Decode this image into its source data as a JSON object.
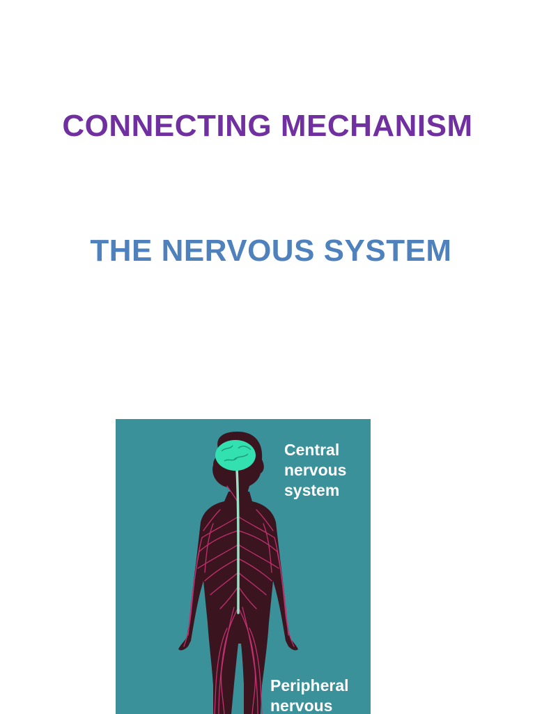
{
  "slide": {
    "title": "CONNECTING MECHANISM",
    "subtitle": "THE NERVOUS SYSTEM"
  },
  "figure": {
    "label_central_line1": "Central",
    "label_central_line2": "nervous",
    "label_central_line3": "system",
    "label_peripheral_line1": "Peripheral",
    "label_peripheral_line2": "nervous"
  },
  "colors": {
    "title": "#7030a0",
    "subtitle": "#4f81bd",
    "figure_background": "#3b9199",
    "body_silhouette": "#3a1520",
    "nerves": "#c2306e",
    "brain": "#33e0b0",
    "spinal_cord": "#9ce0c8"
  }
}
